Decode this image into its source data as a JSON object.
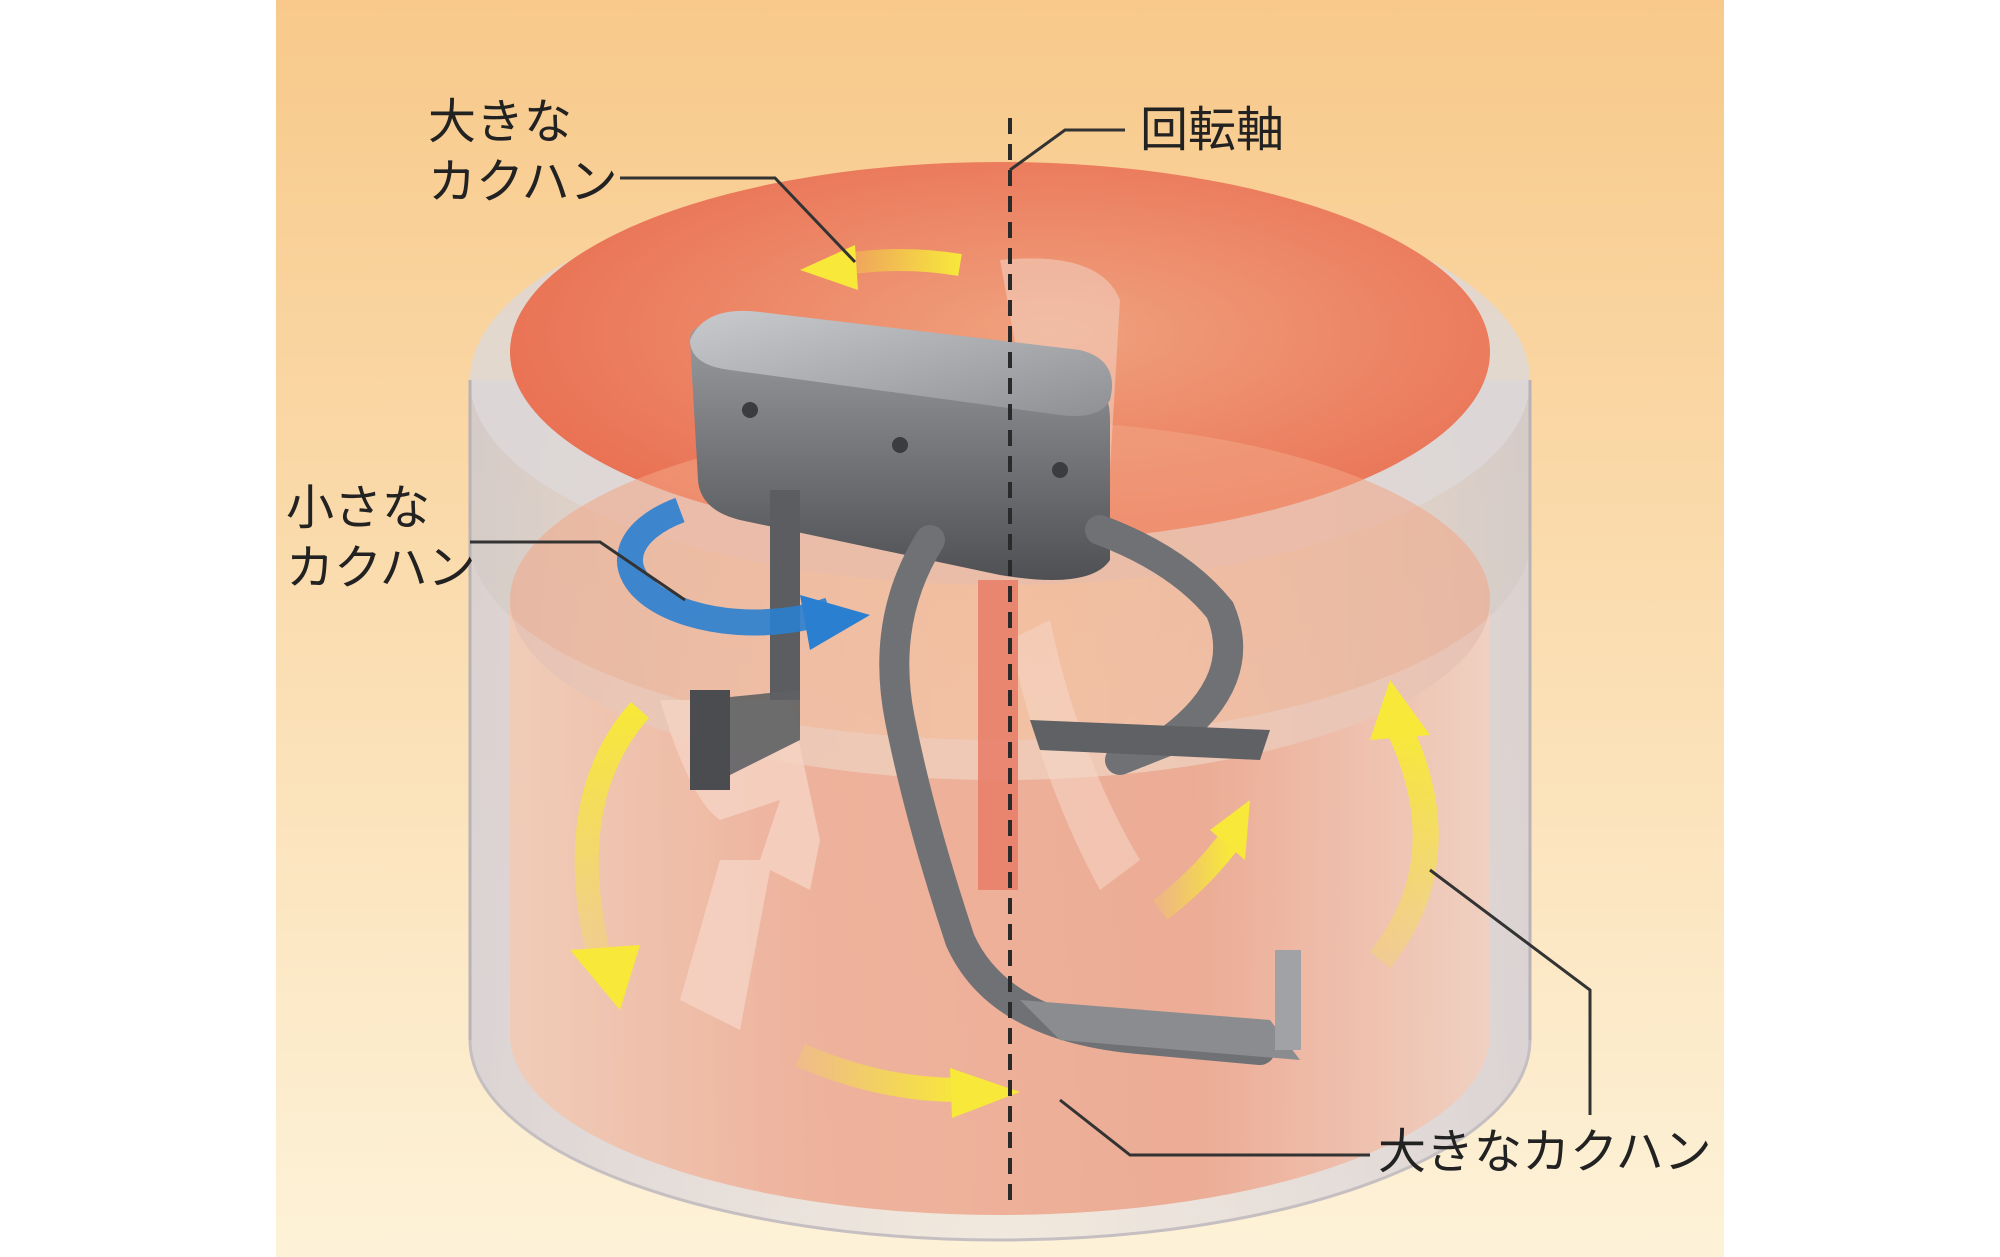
{
  "labels": {
    "top_left_line1": "大きな",
    "top_left_line2": "カクハン",
    "axis": "回転軸",
    "small_line1": "小さな",
    "small_line2": "カクハン",
    "bottom_right": "大きなカクハン"
  },
  "colors": {
    "background_top": "#f8c98a",
    "background_bottom": "#fdf2d8",
    "liquid_top": "#ee7a5c",
    "liquid_body": "#f3a07c",
    "tank_glass": "#d7d2d4",
    "arrow_yellow": "#f5e33a",
    "arrow_blue": "#2a7fd0",
    "mixer_metal": "#6a6c70"
  },
  "icons": {
    "small_rotation": "blue-rotation-arrow-icon",
    "large_flow": "yellow-flow-arrow-icon"
  }
}
